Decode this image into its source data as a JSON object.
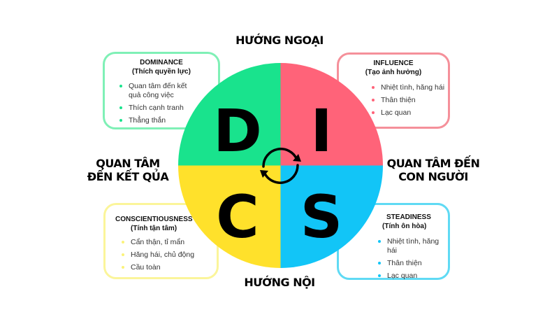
{
  "axes": {
    "top": "HƯỚNG NGOẠI",
    "bottom": "HƯỚNG NỘI",
    "left_line1": "QUAN TÂM",
    "left_line2": "ĐẾN KẾT QỦA",
    "right_line1": "QUAN TÂM ĐẾN",
    "right_line2": "CON NGƯỜI"
  },
  "quadrants": {
    "d": {
      "letter": "D",
      "color": "#19e38d"
    },
    "i": {
      "letter": "I",
      "color": "#ff6379"
    },
    "c": {
      "letter": "C",
      "color": "#ffe12b"
    },
    "s": {
      "letter": "S",
      "color": "#12c5f7"
    }
  },
  "center_icon": "cycle-arrows-icon",
  "boxes": {
    "dominance": {
      "title": "DOMINANCE",
      "subtitle": "(Thích quyền lực)",
      "border_color": "#7ff0b6",
      "bullet_color": "#19e38d",
      "items": [
        "Quan tâm đến kết quả công việc",
        "Thích cạnh tranh",
        "Thẳng thắn"
      ]
    },
    "influence": {
      "title": "INFLUENCE",
      "subtitle": "(Tạo ảnh hưởng)",
      "border_color": "#f5909a",
      "bullet_color": "#ff6379",
      "items": [
        "Nhiệt tình, hăng hái",
        "Thân thiện",
        "Lạc quan"
      ]
    },
    "conscientiousness": {
      "title": "CONSCIENTIOUSNESS",
      "subtitle": "(Tính tận tâm)",
      "border_color": "#fbf59a",
      "bullet_color": "#fbf27a",
      "items": [
        "Cẩn thận, tỉ mẩn",
        "Hăng hái, chủ động",
        "Cầu toàn"
      ]
    },
    "steadiness": {
      "title": "STEADINESS",
      "subtitle": "(Tính ôn hòa)",
      "border_color": "#5fdaf4",
      "bullet_color": "#12c5f7",
      "items": [
        "Nhiệt tình, hăng hái",
        "Thân thiện",
        "Lạc quan"
      ]
    }
  }
}
